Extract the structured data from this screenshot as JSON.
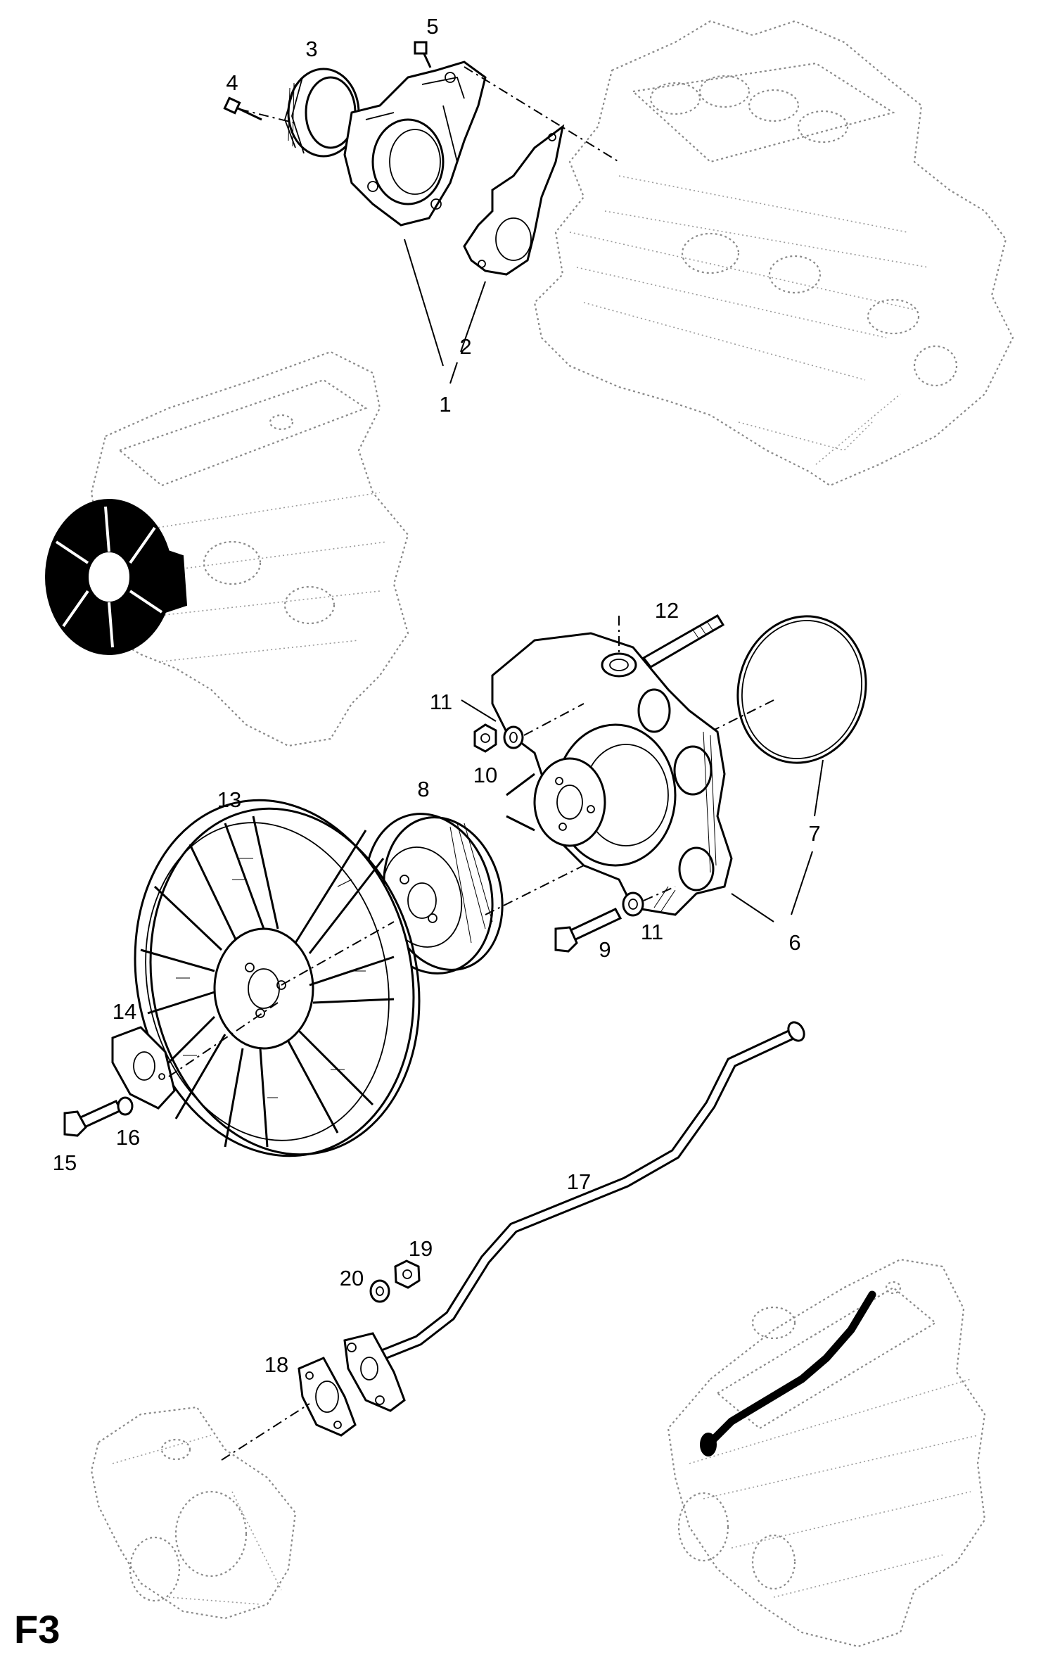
{
  "figure_label": "F3",
  "callouts": [
    {
      "id": "1",
      "text": "1"
    },
    {
      "id": "2",
      "text": "2"
    },
    {
      "id": "3",
      "text": "3"
    },
    {
      "id": "4",
      "text": "4"
    },
    {
      "id": "5",
      "text": "5"
    },
    {
      "id": "6",
      "text": "6"
    },
    {
      "id": "7",
      "text": "7"
    },
    {
      "id": "8",
      "text": "8"
    },
    {
      "id": "9",
      "text": "9"
    },
    {
      "id": "10",
      "text": "10"
    },
    {
      "id": "11a",
      "text": "11"
    },
    {
      "id": "11b",
      "text": "11"
    },
    {
      "id": "12",
      "text": "12"
    },
    {
      "id": "13",
      "text": "13"
    },
    {
      "id": "14",
      "text": "14"
    },
    {
      "id": "15",
      "text": "15"
    },
    {
      "id": "16",
      "text": "16"
    },
    {
      "id": "17",
      "text": "17"
    },
    {
      "id": "18",
      "text": "18"
    },
    {
      "id": "19",
      "text": "19"
    },
    {
      "id": "20",
      "text": "20"
    }
  ]
}
